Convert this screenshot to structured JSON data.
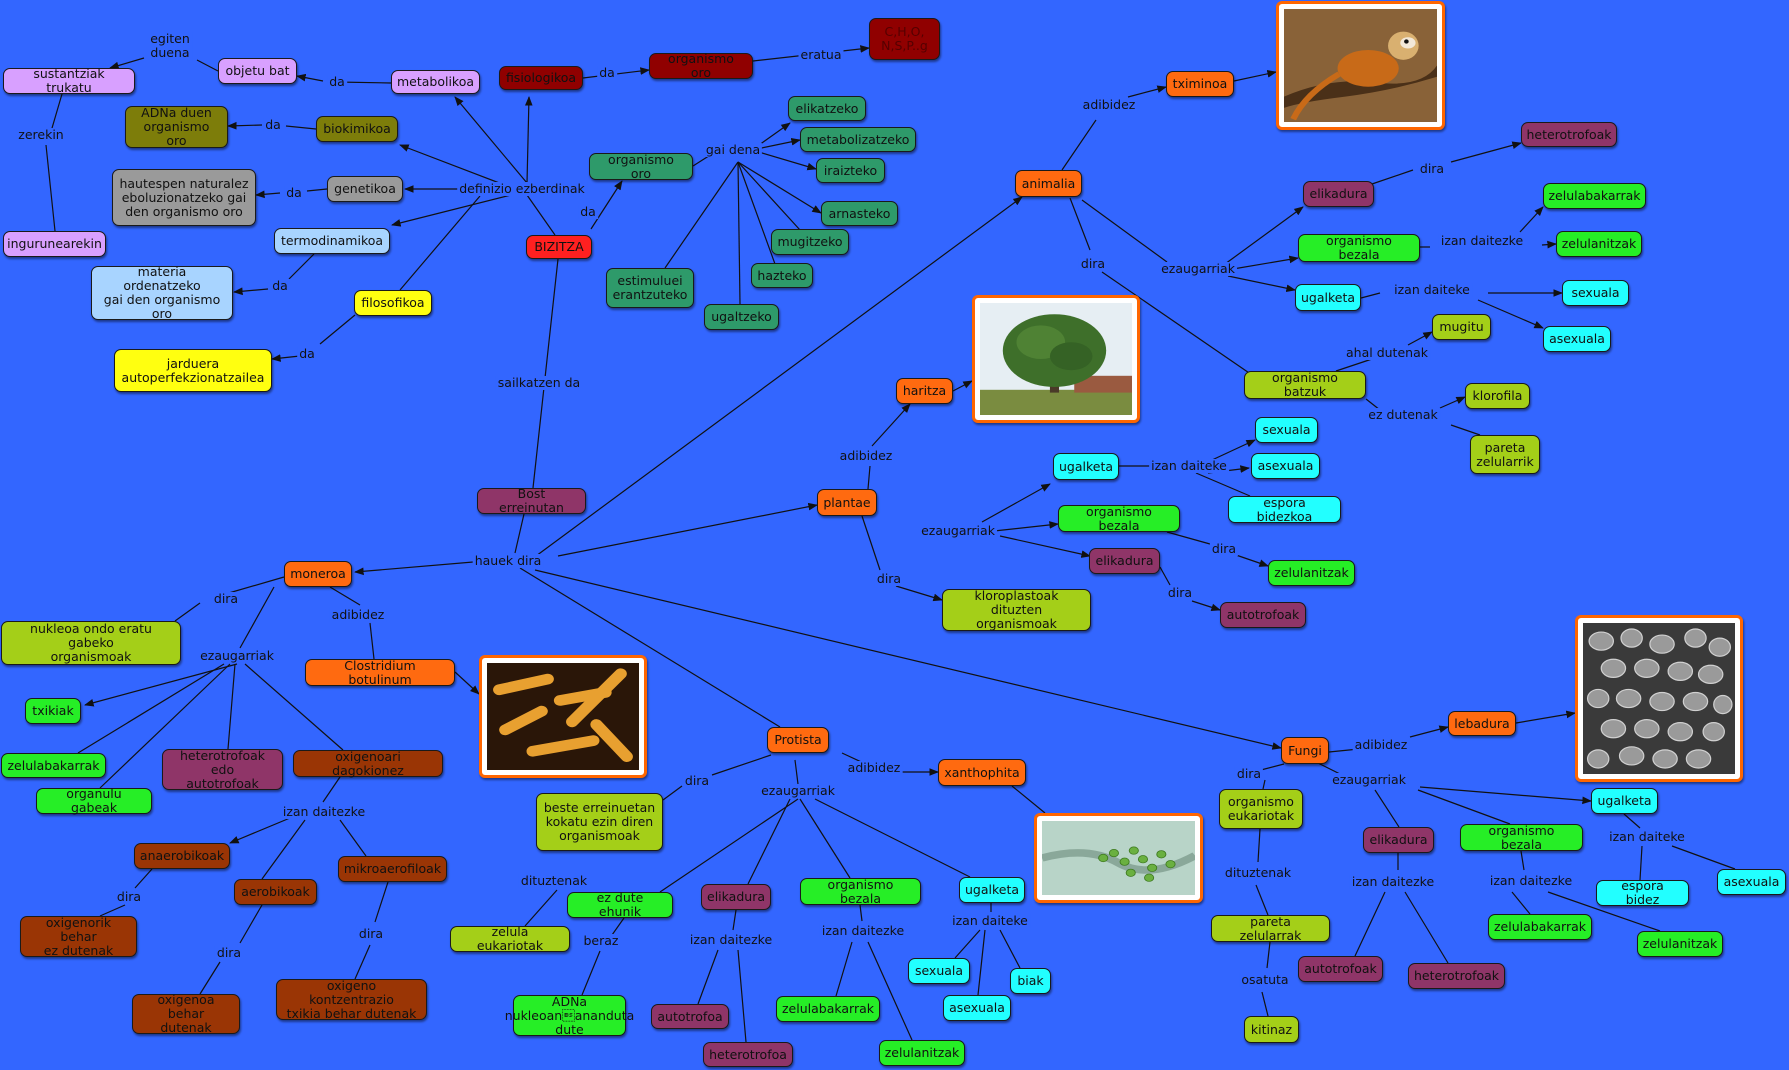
{
  "colors": {
    "background": "#3366ff",
    "root": "#ff2020",
    "kingdom": "#ff6a10",
    "lilac": "#d8a0ff",
    "olive": "#7d7d0a",
    "grey": "#9a9a9a",
    "lightblue": "#a8d4ff",
    "yellow": "#ffff10",
    "darkred": "#900000",
    "teal": "#2e9a6a",
    "lime": "#26ee26",
    "yellowgreen": "#a4cf18",
    "cyan": "#22ffff",
    "purple": "#8f3568",
    "brown": "#9a3505"
  },
  "nodes": {
    "bizitza": "BIZITZA",
    "fisiologikoa": "fisiologikoa",
    "organismo_oro_dark": "organismo oro",
    "chonps": "C,H,O,\nN,S,P..g",
    "metabolikoa": "metabolikoa",
    "objetu_bat": "objetu bat",
    "sustantziak_trukatu": "sustantziak trukatu",
    "ingurunearekin": "ingurunearekin",
    "biokimikoa": "biokimikoa",
    "adna_duen": "ADNa duen\norganismo oro",
    "genetikoa": "genetikoa",
    "hautespen": "hautespen naturalez\neboluzionatzeko gai\nden organismo oro",
    "termodinamikoa": "termodinamikoa",
    "materia": "materia ordenatzeko\ngai den organismo\noro",
    "filosofikoa": "filosofikoa",
    "jarduera": "jarduera\nautoperfekzionatzailea",
    "organismo_oro_teal": "organismo oro",
    "elikatzeko": "elikatzeko",
    "metabolizatzeko": "metabolizatzeko",
    "iraizteko": "iraizteko",
    "arnasteko": "arnasteko",
    "mugitzeko": "mugitzeko",
    "hazteko": "hazteko",
    "ugaltzeko": "ugaltzeko",
    "estimuluei": "estimuluei\nerantzuteko",
    "bost_erreinutan": "Bost erreinutan",
    "moneroa": "moneroa",
    "nukleoa": "nukleoa ondo eratu gabeko\norganismoak",
    "clostridium": "Clostridium botulinum",
    "txikiak": "txikiak",
    "zelulabakarrak_m": "zelulabakarrak",
    "organulu_gabeak": "organulu gabeak",
    "heterotrofoak_edo": "heterotrofoak edo\nautotrofoak",
    "oxigenoari": "oxigenoari dagokionez",
    "anaerobikoak": "anaerobikoak",
    "aerobikoak": "aerobikoak",
    "mikroaerofiloak": "mikroaerofiloak",
    "oxigenorik": "oxigenorik behar\nez dutenak",
    "oxigenoa_behar": "oxigenoa behar\ndutenak",
    "oxigeno_kontzentrazio": "oxigeno kontzentrazio\ntxikia behar dutenak",
    "protista": "Protista",
    "beste_erreinuetan": "beste erreinuetan\nkokatu ezin diren\norganismoak",
    "zelula_eukariotak": "zelula eukariotak",
    "ez_dute_ehunik": "ez dute ehunik",
    "adna_nukleoan": "ADNa nukleoan\bananduta dute",
    "xanthophita": "xanthophita",
    "elikadura_p": "elikadura",
    "autotrofoa_p": "autotrofoa",
    "heterotrofoa_p": "heterotrofoa",
    "organismo_bezala_p": "organismo bezala",
    "zelulabakarrak_p": "zelulabakarrak",
    "zelulanitzak_p": "zelulanitzak",
    "ugalketa_p": "ugalketa",
    "sexuala_p": "sexuala",
    "asexuala_p": "asexuala",
    "biak_p": "biak",
    "plantae": "plantae",
    "haritza": "haritza",
    "ugalketa_pl": "ugalketa",
    "sexuala_pl": "sexuala",
    "asexuala_pl": "asexuala",
    "espora_bidezkoa": "espora bidezkoa",
    "organismo_bezala_pl": "organismo bezala",
    "zelulanitzak_pl": "zelulanitzak",
    "elikadura_pl": "elikadura",
    "autotrofoak_pl": "autotrofoak",
    "kloroplastoak": "kloroplastoak dituzten\norganismoak",
    "animalia": "animalia",
    "tximinoa": "tximinoa",
    "elikadura_a": "elikadura",
    "heterotrofoak_a": "heterotrofoak",
    "organismo_bezala_a": "organismo bezala",
    "zelulabakarrak_a": "zelulabakarrak",
    "zelulanitzak_a": "zelulanitzak",
    "ugalketa_a": "ugalketa",
    "sexuala_a": "sexuala",
    "asexuala_a": "asexuala",
    "organismo_batzuk": "organismo batzuk",
    "mugitu": "mugitu",
    "klorofila": "klorofila",
    "pareta_zelularrik": "pareta\nzelularrik",
    "fungi": "Fungi",
    "lebadura": "lebadura",
    "organismo_eukariotak": "organismo\neukariotak",
    "pareta_zelularrak": "pareta zelularrak",
    "kitinaz": "kitinaz",
    "elikadura_f": "elikadura",
    "autotrofoak_f": "autotrofoak",
    "heterotrofoak_f": "heterotrofoak",
    "organismo_bezala_f": "organismo bezala",
    "zelulabakarrak_f": "zelulabakarrak",
    "zelulanitzak_f": "zelulanitzak",
    "ugalketa_f": "ugalketa",
    "espora_bidez": "espora bidez",
    "asexuala_f": "asexuala"
  },
  "labels": {
    "definizio": "definizio ezberdinak",
    "sailkatzen": "sailkatzen da",
    "hauek_dira": "hauek dira",
    "da": "da",
    "eratua": "eratua",
    "gai_dena": "gai dena",
    "egiten_duena": "egiten\nduena",
    "zerekin": "zerekin",
    "dira": "dira",
    "adibidez": "adibidez",
    "ezaugarriak": "ezaugarriak",
    "izan_daitezke": "izan daitezke",
    "izan_daiteke": "izan daiteke",
    "dituztenak": "dituztenak",
    "beraz": "beraz",
    "ahal_dutenak": "ahal dutenak",
    "ez_dutenak": "ez dutenak",
    "osatuta": "osatuta"
  },
  "images": {
    "monkey": "monkey-photo",
    "oak": "oak-tree-photo",
    "bacteria": "bacteria-photo",
    "yeast": "yeast-photo",
    "algae": "algae-photo"
  }
}
